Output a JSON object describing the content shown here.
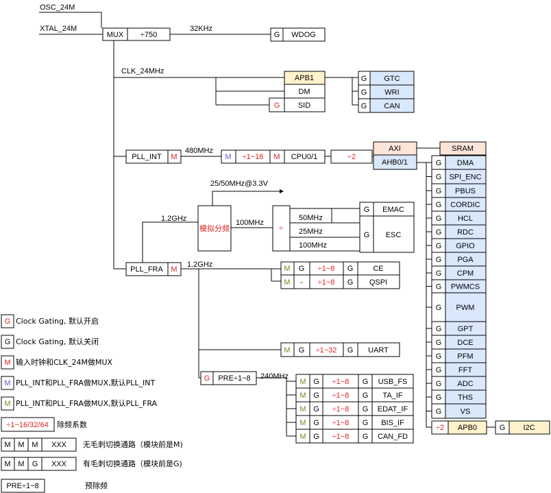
{
  "colors": {
    "red": "#e02020",
    "purple": "#6a5acd",
    "green": "#6b8e23",
    "apb1": "#fff2cc",
    "apb1_stroke": "#b8860b",
    "axi": "#fce4d6",
    "ahb": "#dae8fc",
    "sram": "#fce4d6",
    "periph": "#dae8fc",
    "apb0": "#fff2cc"
  },
  "signals": {
    "osc": "OSC_24M",
    "xtal": "XTAL_24M",
    "clk24": "CLK_24MHz",
    "f32k": "32KHz",
    "f480": "480MHz",
    "f25": "25/50MHz@3.3V",
    "f12a": "1.2GHz",
    "f100": "100MHz",
    "f50": "50MHz",
    "f25b": "25MHz",
    "f100b": "100MHz",
    "f12b": "1.2GHz",
    "f240": "240MHz"
  },
  "mux": {
    "label": "MUX",
    "div": "÷750"
  },
  "wdog": {
    "g": "G",
    "name": "WDOG"
  },
  "apb1": {
    "name": "APB1",
    "dm": "DM",
    "sid_g": "G",
    "sid": "SID"
  },
  "apb1_periph": [
    {
      "g": "G",
      "name": "GTC"
    },
    {
      "g": "G",
      "name": "WRI"
    },
    {
      "g": "G",
      "name": "CAN"
    }
  ],
  "pll_int": {
    "name": "PLL_INT",
    "m": "M"
  },
  "cpu": {
    "m1": "M",
    "div": "÷1~16",
    "m2": "M",
    "name": "CPU0/1",
    "div2": "÷2"
  },
  "axi": "AXI",
  "ahb": "AHB0/1",
  "sram": "SRAM",
  "ahb_periph": [
    "DMA",
    "SPI_ENC",
    "PBUS",
    "CORDIC",
    "HCL",
    "RDC",
    "GPIO",
    "PGA",
    "CPM",
    "PWMCS",
    "PWM",
    "GPT",
    "DCE",
    "PFM",
    "FFT",
    "ADC",
    "THS",
    "VS"
  ],
  "analog_div": "模拟分频",
  "div_sym": "÷",
  "emac": {
    "g": "G",
    "name": "EMAC"
  },
  "esc": {
    "g": "G",
    "name": "ESC"
  },
  "pll_fra": {
    "name": "PLL_FRA",
    "m": "M"
  },
  "ce": {
    "m": "M",
    "g": "G",
    "div": "÷1~8",
    "g2": "G",
    "name": "CE"
  },
  "qspi": {
    "m": "M",
    "g": "-",
    "div": "÷1~8",
    "g2": "G",
    "name": "QSPI"
  },
  "uart": {
    "m": "M",
    "g": "G",
    "div": "÷1~32",
    "g2": "G",
    "name": "UART"
  },
  "pre": {
    "g": "G",
    "name": "PRE÷1~8"
  },
  "pre_periph": [
    {
      "name": "USB_FS"
    },
    {
      "name": "TA_IF"
    },
    {
      "name": "EDAT_IF"
    },
    {
      "name": "BIS_IF"
    },
    {
      "name": "CAN_FD"
    }
  ],
  "pre_periph_common": {
    "m": "M",
    "g": "G",
    "div": "÷1~8",
    "g2": "G"
  },
  "apb0": {
    "div": "÷2",
    "name": "APB0",
    "g": "G",
    "i2c": "I2C"
  },
  "legend": [
    {
      "sym": "G",
      "text": "Clock Gating, 默认开启"
    },
    {
      "sym": "G",
      "text": "Clock Gating, 默认关闭"
    },
    {
      "sym": "M",
      "text": "输入时钟和CLK_24M做MUX"
    },
    {
      "sym": "M",
      "text": "PLL_INT和PLL_FRA做MUX,默认PLL_INT"
    },
    {
      "sym": "M",
      "text": "PLL_INT和PLL_FRA做MUX,默认PLL_FRA"
    },
    {
      "sym": "÷1~16/32/64",
      "text": "除频系数"
    },
    {
      "s1": "M",
      "s2": "M",
      "s3": "M",
      "s4": "XXX",
      "text": "无毛刺切换通路（模块前是M)"
    },
    {
      "s1": "M",
      "s2": "M",
      "s3": "G",
      "s4": "XXX",
      "text": "有毛刺切换通路（模块前是G)"
    },
    {
      "sym": "PRE÷1~8",
      "text": "预除频"
    }
  ]
}
